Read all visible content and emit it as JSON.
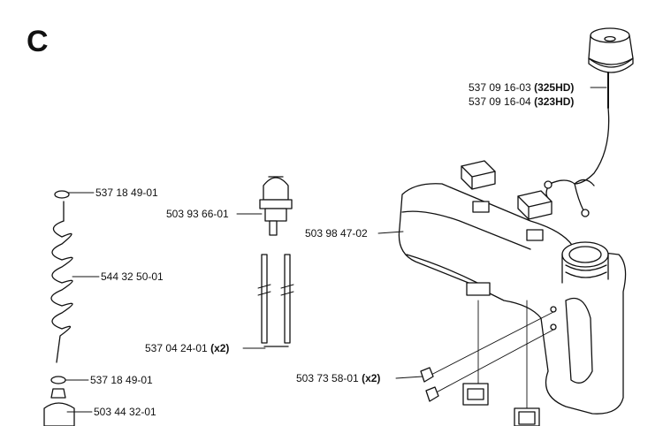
{
  "section": "C",
  "labels": {
    "cap_a_num": "537 09 16-03",
    "cap_a_model": "(325HD)",
    "cap_b_num": "537 09 16-04",
    "cap_b_model": "(323HD)",
    "grommet_top": "537 18 49-01",
    "primer": "503 93 66-01",
    "tank": "503 98 47-02",
    "coil_hose": "544 32 50-01",
    "fuel_hose_num": "537 04 24-01",
    "fuel_hose_qty": "(x2)",
    "screw_num": "503 73 58-01",
    "screw_qty": "(x2)",
    "grommet_bottom": "537 18 49-01",
    "filter": "503 44 32-01"
  }
}
